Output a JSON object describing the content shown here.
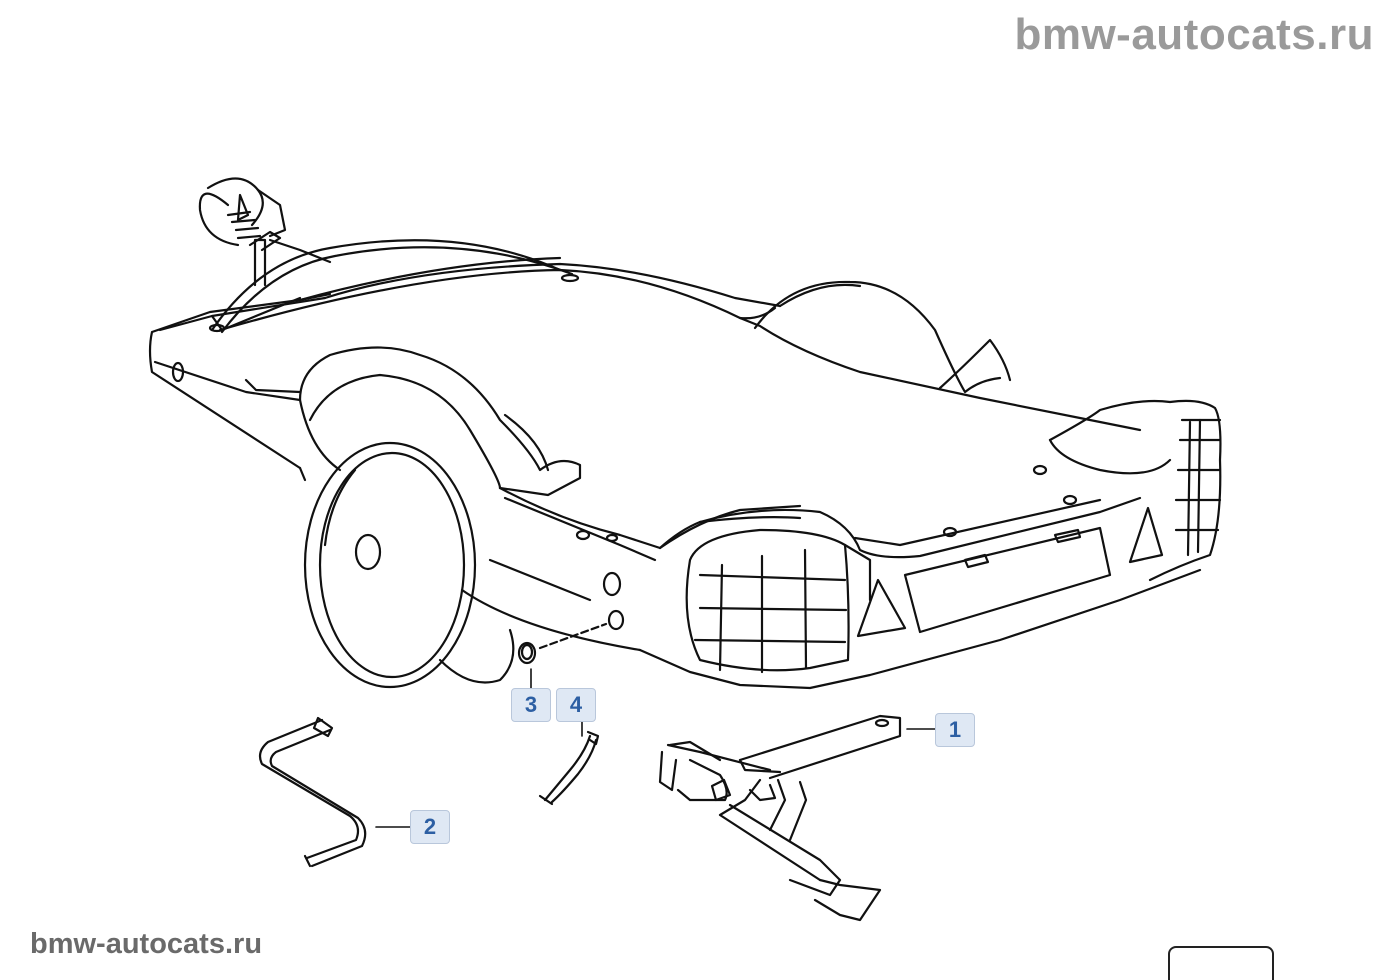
{
  "watermark": {
    "top_text": "bmw-autocats.ru",
    "bottom_text": "bmw-autocats.ru"
  },
  "callouts": [
    {
      "id": "1",
      "label": "1",
      "part": "jack"
    },
    {
      "id": "2",
      "label": "2",
      "part": "wheel-brace"
    },
    {
      "id": "3",
      "label": "3",
      "part": "plug"
    },
    {
      "id": "4",
      "label": "4",
      "part": "strap"
    }
  ],
  "colors": {
    "line": "#111111",
    "callout_bg": "#dfe8f4",
    "callout_text": "#2d5fa3",
    "watermark": "#9a9a9a"
  }
}
